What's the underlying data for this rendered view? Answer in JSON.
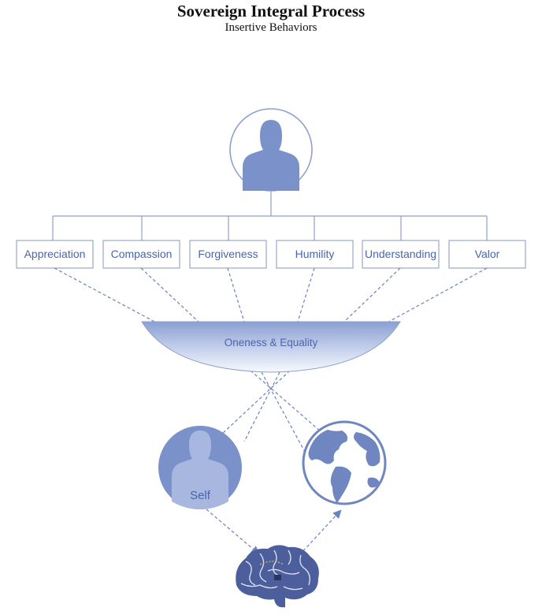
{
  "header": {
    "title": "Sovereign Integral Process",
    "subtitle": "Insertive Behaviors"
  },
  "behaviors": [
    {
      "label": "Appreciation"
    },
    {
      "label": "Compassion"
    },
    {
      "label": "Forgiveness"
    },
    {
      "label": "Humility"
    },
    {
      "label": "Understanding"
    },
    {
      "label": "Valor"
    }
  ],
  "center": {
    "label": "Oneness & Equality"
  },
  "self": {
    "label": "Self"
  },
  "icons": {
    "top": "person-icon",
    "self": "person-icon",
    "world": "globe-icon",
    "brain": "brain-icon"
  },
  "colors": {
    "primary": "#7b91c9",
    "line": "#6a82bd",
    "box_border": "#9aa8c6",
    "text": "#4a65a8"
  }
}
